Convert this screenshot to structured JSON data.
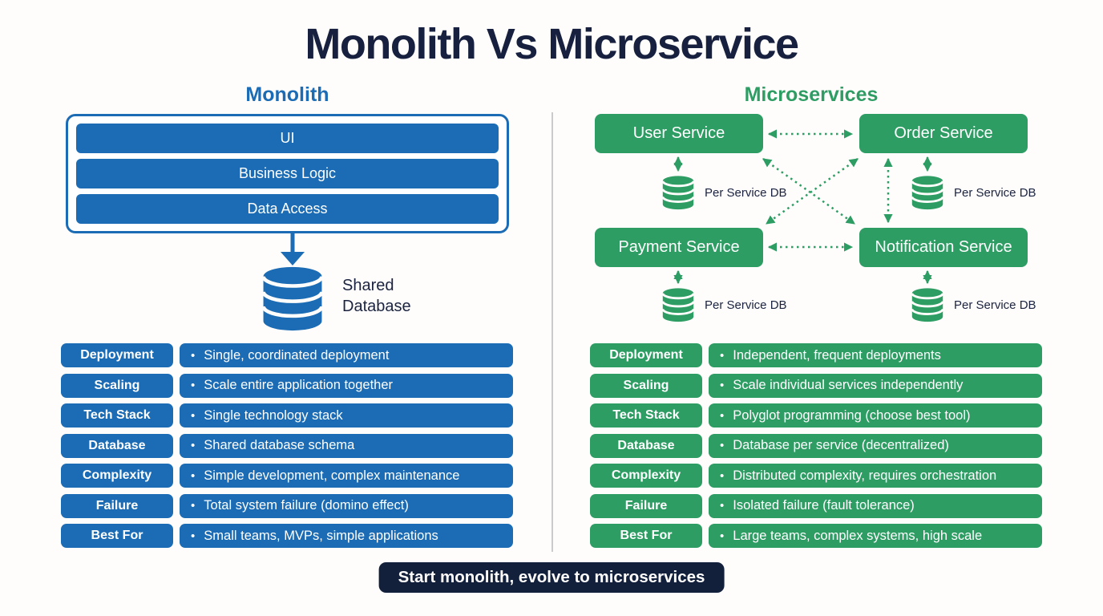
{
  "page": {
    "title": "Monolith Vs Microservice",
    "footer_banner": "Start monolith, evolve to microservices"
  },
  "colors": {
    "blue": "#1B6CB4",
    "green": "#2E9D64",
    "navy_text": "#1B2340",
    "banner_bg": "#13203C"
  },
  "monolith": {
    "heading": "Monolith",
    "layers": [
      "UI",
      "Business Logic",
      "Data Access"
    ],
    "database_label": "Shared Database"
  },
  "microservices": {
    "heading": "Microservices",
    "services": [
      "User Service",
      "Order Service",
      "Payment Service",
      "Notification Service"
    ],
    "db_label": "Per Service DB"
  },
  "comparison": {
    "bullet": "•",
    "row_labels": [
      "Deployment",
      "Scaling",
      "Tech Stack",
      "Database",
      "Complexity",
      "Failure",
      "Best For"
    ],
    "monolith_values": [
      "Single, coordinated deployment",
      "Scale entire application together",
      "Single technology stack",
      "Shared database schema",
      "Simple development, complex maintenance",
      "Total system failure (domino effect)",
      "Small teams, MVPs, simple applications"
    ],
    "microservices_values": [
      "Independent, frequent deployments",
      "Scale individual services independently",
      "Polyglot programming (choose best tool)",
      "Database per service (decentralized)",
      "Distributed complexity, requires orchestration",
      "Isolated failure (fault tolerance)",
      "Large teams, complex systems, high scale"
    ]
  }
}
